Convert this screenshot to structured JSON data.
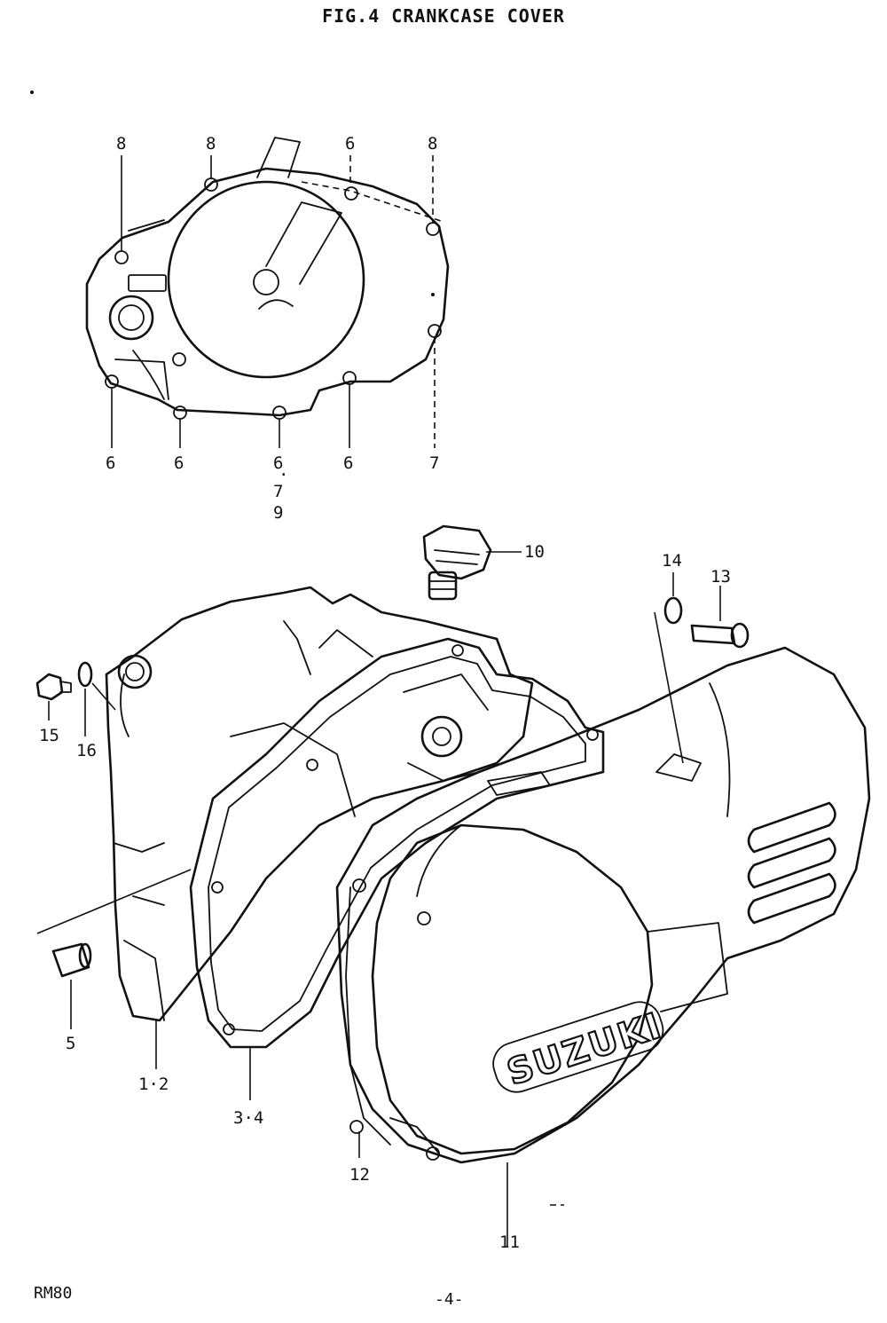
{
  "figure": {
    "title": "FIG.4  CRANKCASE COVER",
    "model": "RM80",
    "page_number": "-4-",
    "logo_text": "SUZUKI"
  },
  "callouts": {
    "top_cover": {
      "c8_left": "8",
      "c8_mid": "8",
      "c6_top": "6",
      "c8_right": "8",
      "c6_bottom_1": "6",
      "c6_bottom_2": "6",
      "c6_bottom_3": "6",
      "c7_bottom_3": "7",
      "c9_bottom_3": "9",
      "c6_bottom_4": "6",
      "c7_right": "7"
    },
    "exploded": {
      "c10": "10",
      "c14": "14",
      "c13": "13",
      "c15": "15",
      "c16": "16",
      "c5": "5",
      "c1_2": "1·2",
      "c3_4": "3·4",
      "c12": "12",
      "c11": "11"
    }
  }
}
